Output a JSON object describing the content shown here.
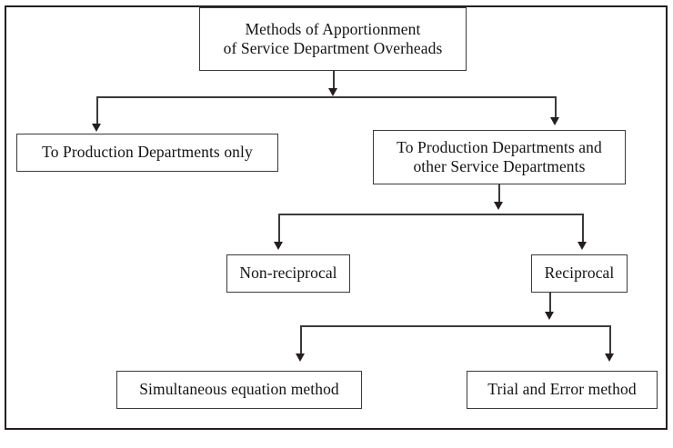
{
  "diagram": {
    "type": "flowchart",
    "orientation": "top-down",
    "frame_color": "#231f20",
    "box_border_color": "#3a3a3a",
    "background_color": "#ffffff",
    "nodes": {
      "root": {
        "text": "Methods of  Apportionment\nof Service Department Overheads"
      },
      "production_only": {
        "text": "To Production Departments only"
      },
      "production_and_service": {
        "text": "To Production Departments and\nother Service Departments"
      },
      "non_reciprocal": {
        "text": "Non-reciprocal"
      },
      "reciprocal": {
        "text": "Reciprocal"
      },
      "simultaneous_equation": {
        "text": "Simultaneous equation method"
      },
      "trial_and_error": {
        "text": "Trial and Error method"
      }
    },
    "edges": [
      {
        "from": "root",
        "to": "production_only"
      },
      {
        "from": "root",
        "to": "production_and_service"
      },
      {
        "from": "production_and_service",
        "to": "non_reciprocal"
      },
      {
        "from": "production_and_service",
        "to": "reciprocal"
      },
      {
        "from": "reciprocal",
        "to": "simultaneous_equation"
      },
      {
        "from": "reciprocal",
        "to": "trial_and_error"
      }
    ]
  }
}
